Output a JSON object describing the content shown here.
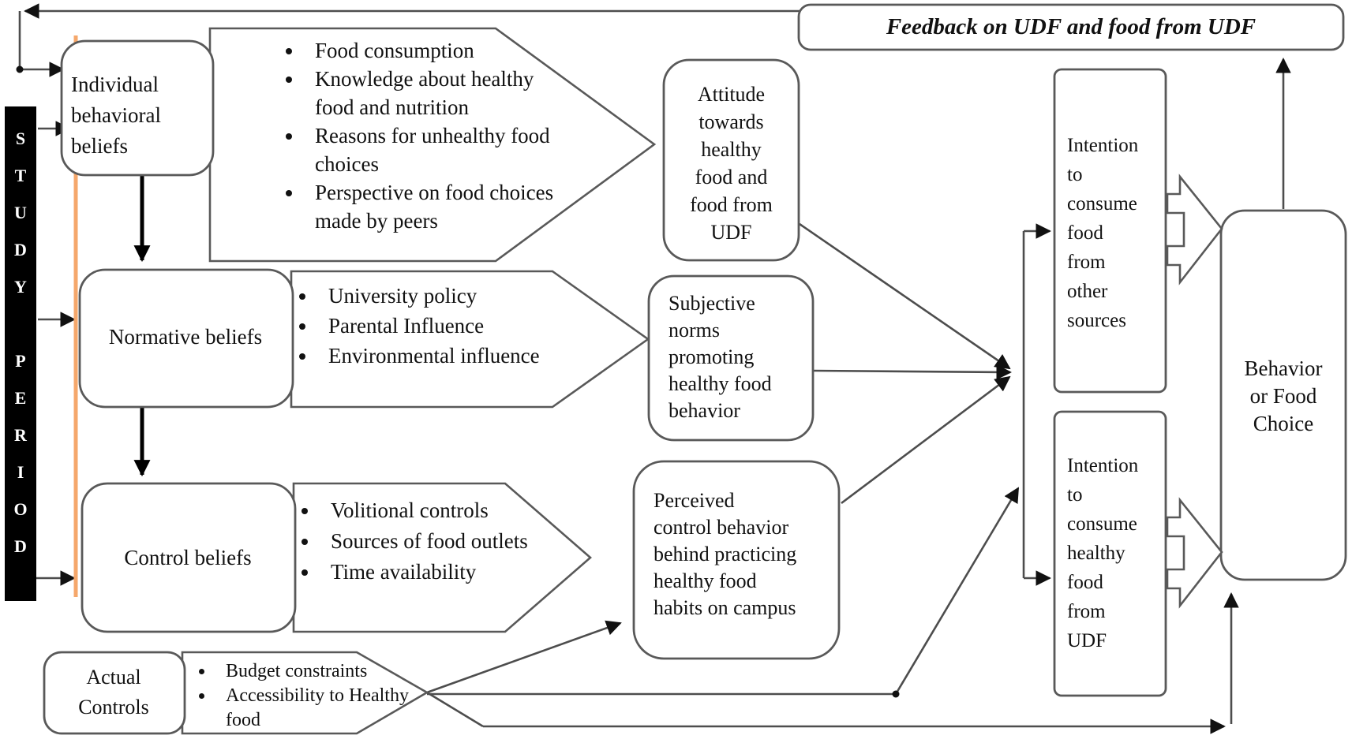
{
  "diagram": {
    "study_period": {
      "label": "S\nT\nU\nD\nY\n\nP\nE\nR\nI\nO\nD"
    },
    "feedback": {
      "label": "Feedback on UDF and food from UDF"
    },
    "beliefs": [
      {
        "label": "Individual\nbehavioral beliefs",
        "bullets": [
          "Food consumption",
          "Knowledge about healthy food and nutrition",
          "Reasons for unhealthy food choices",
          "Perspective on food choices made by peers"
        ]
      },
      {
        "label": "Normative beliefs",
        "bullets": [
          "University policy",
          "Parental Influence",
          "Environmental influence"
        ]
      },
      {
        "label": "Control beliefs",
        "bullets": [
          "Volitional controls",
          "Sources of food outlets",
          "Time availability"
        ]
      }
    ],
    "actual_controls": {
      "label": "Actual\nControls",
      "bullets": [
        "Budget constraints",
        "Accessibility to Healthy food"
      ]
    },
    "constructs": {
      "attitude": "Attitude\ntowards\nhealthy\nfood and\nfood  from\nUDF",
      "subjective": "Subjective\nnorms\npromoting\nhealthy  food\nbehavior",
      "perceived": "Perceived\ncontrol behavior\nbehind practicing\nhealthy  food\nhabits on campus"
    },
    "intentions": {
      "other_sources": "Intention\nto\nconsume\nfood\nfrom\nother\nsources",
      "udf": "Intention\nto\nconsume\nhealthy\nfood\nfrom\nUDF"
    },
    "behavior": "Behavior\nor Food\nChoice",
    "colors": {
      "accent_orange": "#F5A76B",
      "line_gray": "#4d4d4d",
      "box_border_gray": "#595959",
      "black": "#000000"
    }
  }
}
